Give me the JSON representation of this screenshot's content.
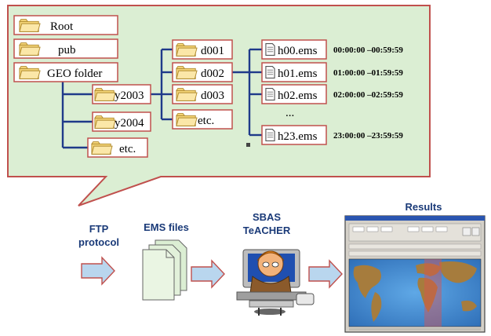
{
  "colors": {
    "panel_fill": "#dbeed3",
    "panel_stroke": "#c0504d",
    "tree_line": "#1f3a8a",
    "node_border": "#c0504d",
    "folder": "#f5d67a",
    "arrow_fill": "#b9d6ee",
    "arrow_stroke": "#c0504d",
    "flow_text": "#1a3a78"
  },
  "tree": {
    "root": "Root",
    "pub": "pub",
    "geo": "GEO folder",
    "y2003": "y2003",
    "y2004": "y2004",
    "etc_year": "etc.",
    "d001": "d001",
    "d002": "d002",
    "d003": "d003",
    "etc_day": "etc.",
    "h00": "h00.ems",
    "h01": "h01.ems",
    "h02": "h02.ems",
    "ellipsis": "...",
    "h23": "h23.ems",
    "t00": "00:00:00 –00:59:59",
    "t01": "01:00:00 –01:59:59",
    "t02": "02:00:00 –02:59:59",
    "t23": "23:00:00 –23:59:59"
  },
  "flow": {
    "ftp_line1": "FTP",
    "ftp_line2": "protocol",
    "ems_files": "EMS files",
    "sbas_line1": "SBAS",
    "sbas_line2": "TeACHER",
    "results": "Results"
  }
}
